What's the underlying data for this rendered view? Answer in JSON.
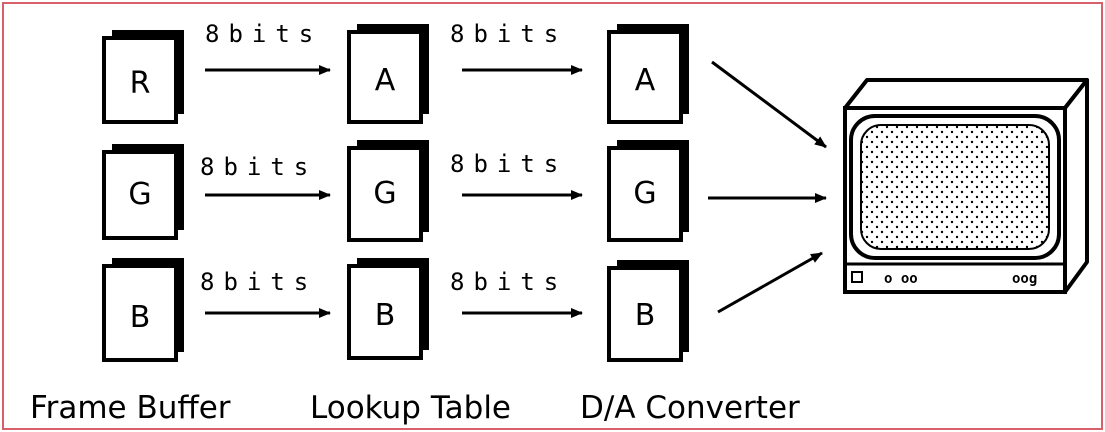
{
  "rows": [
    {
      "channel": "red",
      "frame_buffer": "R",
      "lookup_table": "A",
      "converter": "A",
      "bits_in": "8bits",
      "bits_out": "8bits"
    },
    {
      "channel": "green",
      "frame_buffer": "G",
      "lookup_table": "G",
      "converter": "G",
      "bits_in": "8bits",
      "bits_out": "8bits"
    },
    {
      "channel": "blue",
      "frame_buffer": "B",
      "lookup_table": "B",
      "converter": "B",
      "bits_in": "8bits",
      "bits_out": "8bits"
    }
  ],
  "captions": {
    "frame_buffer": "Frame Buffer",
    "lookup_table": "Lookup Table",
    "converter": "D/A Converter"
  },
  "monitor": {
    "controls_left": "o  oo",
    "controls_right": "oog"
  },
  "colors": {
    "border": "#d8606a",
    "ink": "#000000"
  }
}
